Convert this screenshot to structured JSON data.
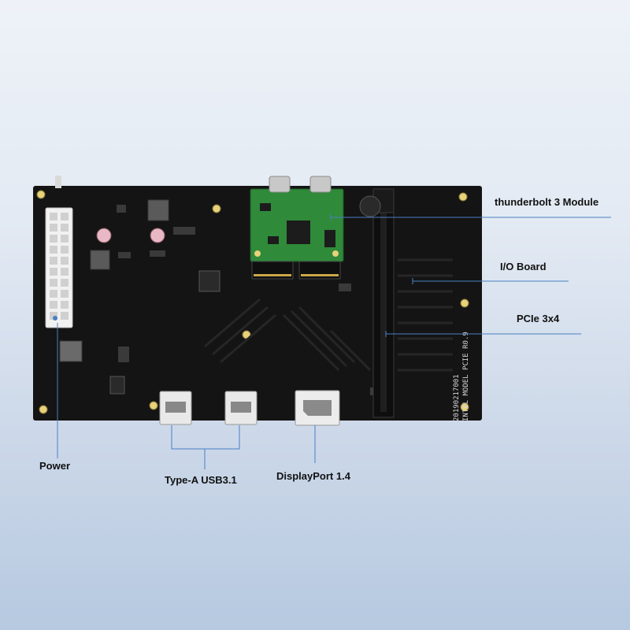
{
  "labels": {
    "thunderbolt": "thunderbolt 3 Module",
    "io_board": "I/O Board",
    "pcie": "PCIe 3x4",
    "power": "Power",
    "usb": "Type-A USB3.1",
    "displayport": "DisplayPort 1.4"
  },
  "silkscreen": {
    "line1": "INTEL MODEL PCIE R0.9",
    "line2": "20190217001"
  },
  "colors": {
    "board": "#141414",
    "module_pcb": "#2f8a3a",
    "leader_line": "#4a7fc2",
    "label_text": "#111111"
  }
}
